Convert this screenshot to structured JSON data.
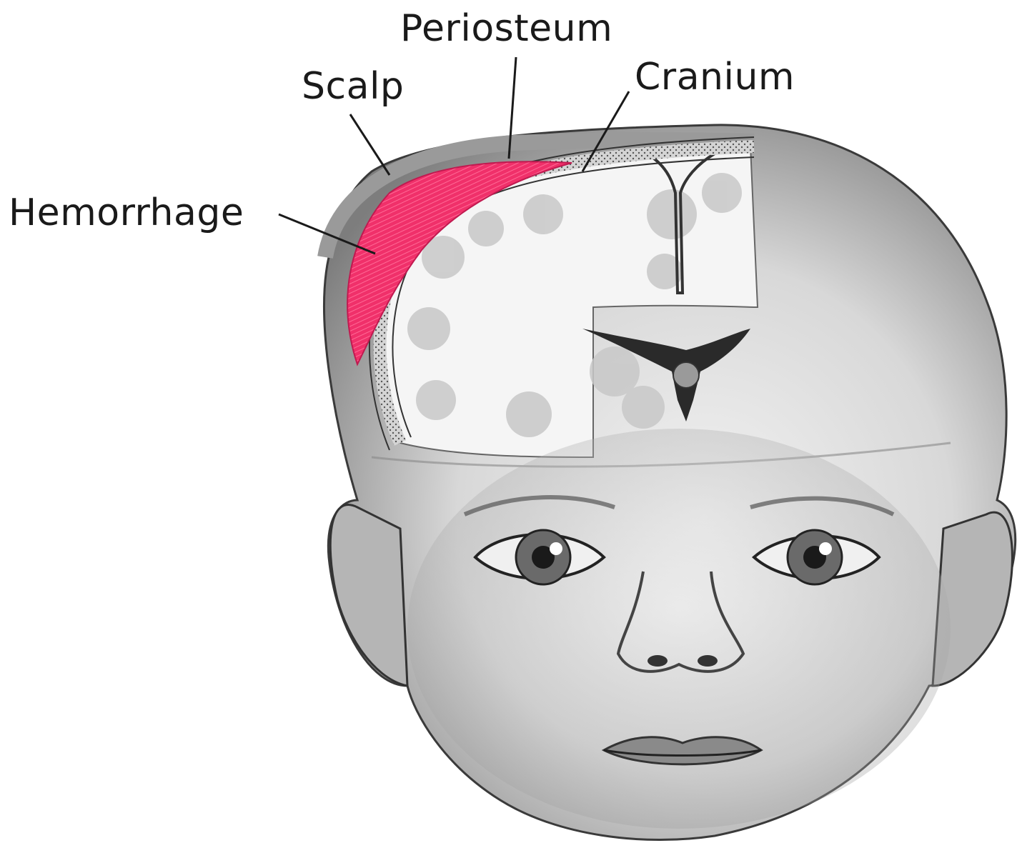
{
  "labels": {
    "periosteum": "Periosteum",
    "scalp": "Scalp",
    "cranium": "Cranium",
    "hemorrhage": "Hemorrhage"
  },
  "colors": {
    "hemorrhage": "#f0306a",
    "skin_shading": "#8a8a8a",
    "ink": "#1a1a1a",
    "brain_gray": "#c8c8c8",
    "ventricle": "#2a2a2a"
  }
}
